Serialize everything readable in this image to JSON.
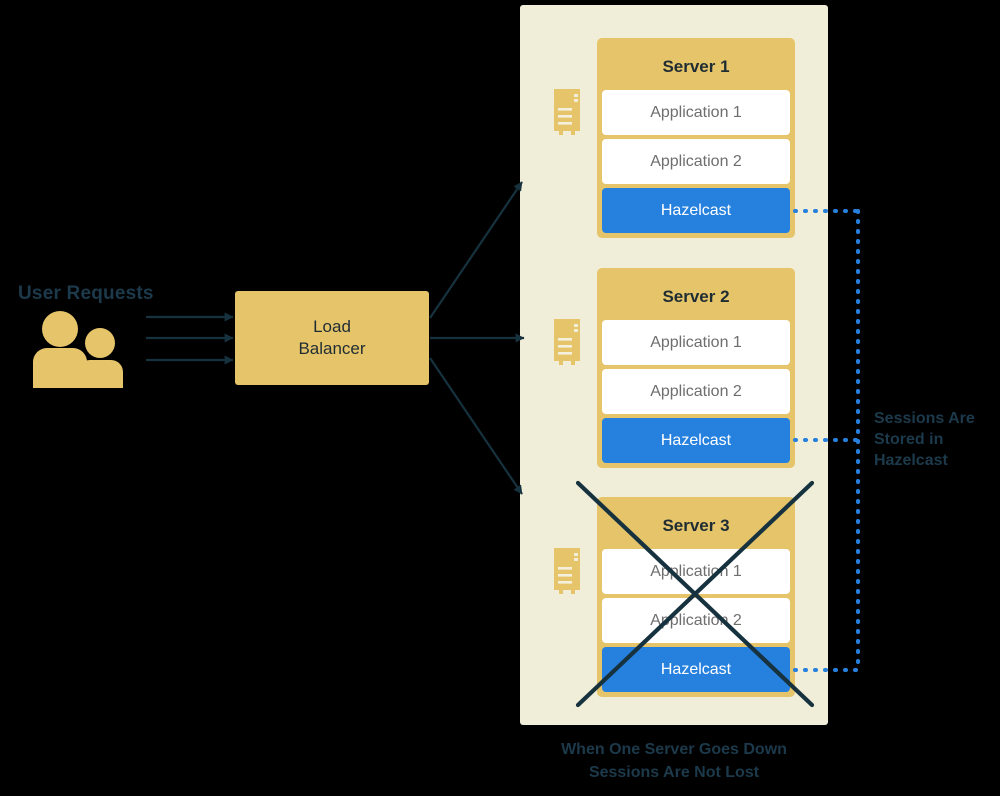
{
  "theme": {
    "background": "#000000",
    "panel_bg": "#F0EDD8",
    "gold": "#E5C46A",
    "hazelcast_blue": "#2680DD",
    "dark_teal": "#1C3A4B",
    "app_text": "#6E6E6E",
    "white": "#FFFFFF"
  },
  "users": {
    "label": "User Requests",
    "icon": "two-users-icon",
    "request_arrow_count": 3
  },
  "load_balancer": {
    "line1": "Load",
    "line2": "Balancer"
  },
  "servers": [
    {
      "title": "Server 1",
      "rack_icon": "server-rack-icon",
      "apps": [
        "Application 1",
        "Application 2"
      ],
      "hazelcast": "Hazelcast",
      "down": false
    },
    {
      "title": "Server 2",
      "rack_icon": "server-rack-icon",
      "apps": [
        "Application 1",
        "Application 2"
      ],
      "hazelcast": "Hazelcast",
      "down": false
    },
    {
      "title": "Server 3",
      "rack_icon": "server-rack-icon",
      "apps": [
        "Application 1",
        "Application 2"
      ],
      "hazelcast": "Hazelcast",
      "down": true
    }
  ],
  "annotations": {
    "sessions_note": "Sessions Are Stored in Hazelcast",
    "caption_line1": "When One Server Goes Down",
    "caption_line2": "Sessions Are Not Lost"
  }
}
